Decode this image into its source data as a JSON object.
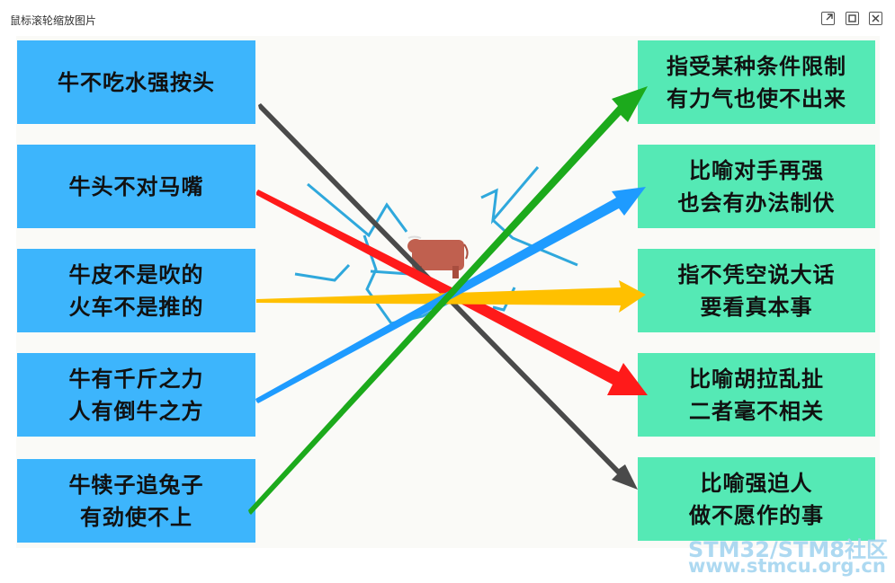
{
  "window": {
    "title": "鼠标滚轮缩放图片",
    "popout_icon": "external-link-icon",
    "maximize_icon": "maximize-icon",
    "close_icon": "close-icon"
  },
  "left": [
    {
      "line1": "牛不吃水强按头",
      "line2": ""
    },
    {
      "line1": "牛头不对马嘴",
      "line2": ""
    },
    {
      "line1": "牛皮不是吹的",
      "line2": "火车不是推的"
    },
    {
      "line1": "牛有千斤之力",
      "line2": "人有倒牛之方"
    },
    {
      "line1": "牛犊子追兔子",
      "line2": "有劲使不上"
    }
  ],
  "right": [
    {
      "line1": "指受某种条件限制",
      "line2": "有力气也使不出来"
    },
    {
      "line1": "比喻对手再强",
      "line2": "也会有办法制伏"
    },
    {
      "line1": "指不凭空说大话",
      "line2": "要看真本事"
    },
    {
      "line1": "比喻胡拉乱扯",
      "line2": "二者毫不相关"
    },
    {
      "line1": "比喻强迫人",
      "line2": "做不愿作的事"
    }
  ],
  "watermark": {
    "line1": "STM32/STM8社区",
    "line2": "www.stmcu.org.cn"
  },
  "colors": {
    "left_card": "#3db5fc",
    "right_card": "#55e9b5",
    "arrow_dark": "#4a4a4a",
    "arrow_red": "#ff1a1a",
    "arrow_yellow": "#ffc000",
    "arrow_blue": "#1e9bff",
    "arrow_green": "#1caa1c",
    "crack": "#2fa8dc",
    "bull": "#c0604f"
  }
}
